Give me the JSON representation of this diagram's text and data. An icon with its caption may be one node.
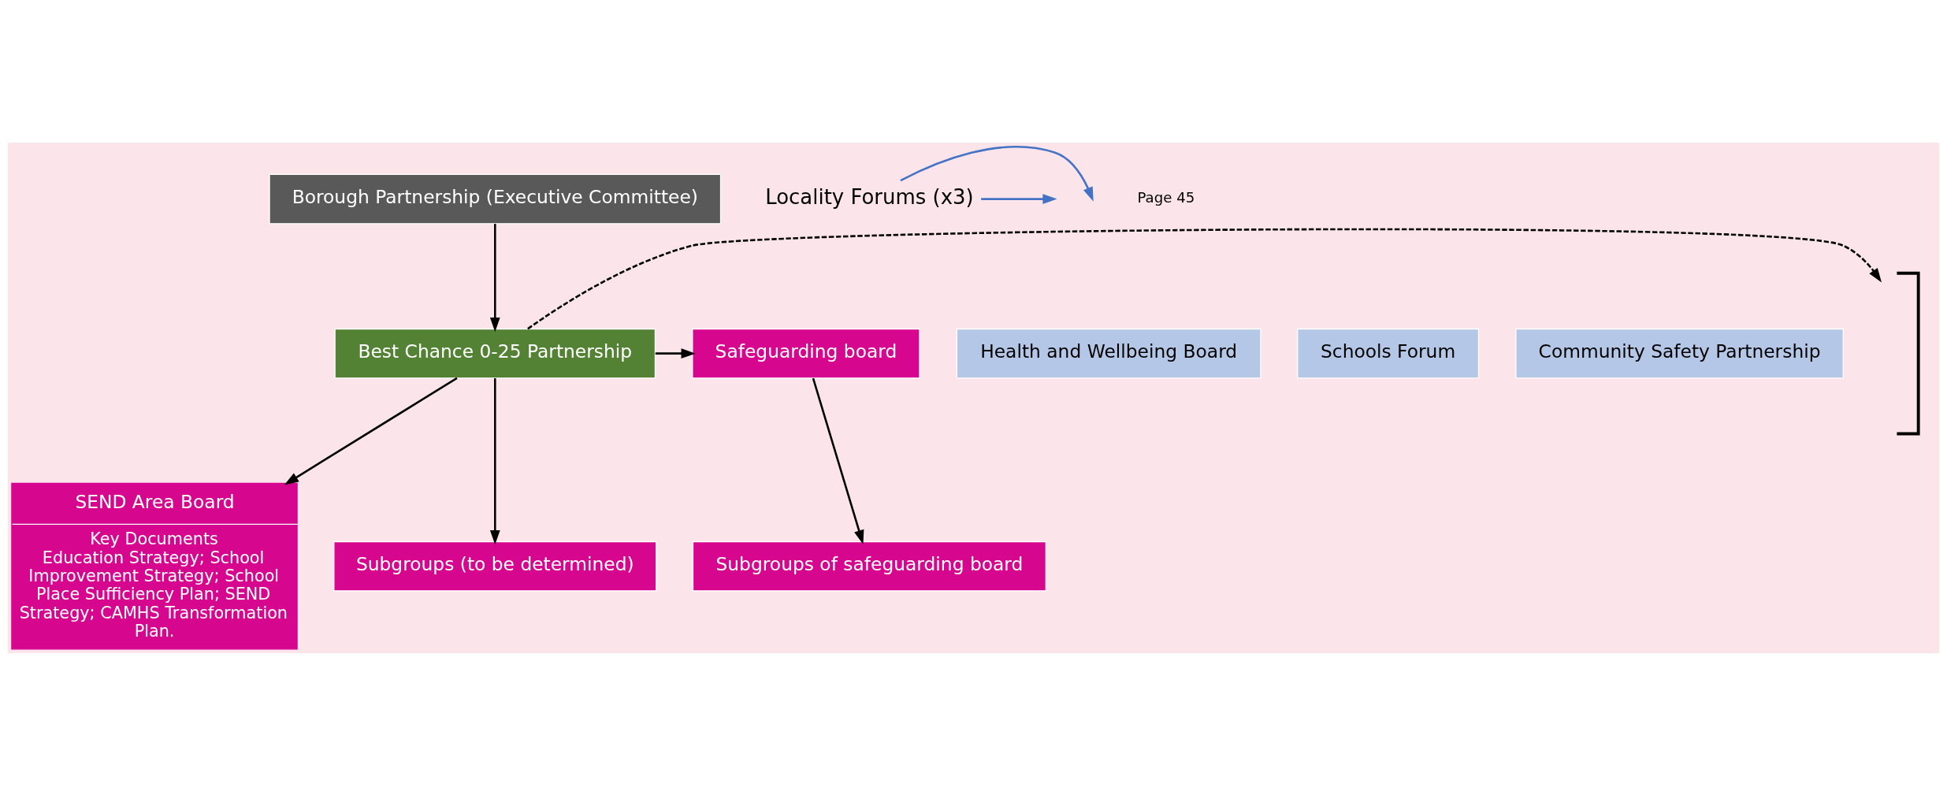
{
  "diagram": {
    "nodes": [
      {
        "text": [
          "Borough Partnership (Executive Committee)"
        ]
      },
      {
        "text": [
          "Best Chance 0-25 Partnership"
        ]
      },
      {
        "text": [
          "Health and Wellbeing Board"
        ]
      },
      {
        "text": [
          "Schools Forum"
        ]
      },
      {
        "text": [
          "Community Safety Partnership"
        ]
      },
      {
        "text": [],
        "shape": "bracket"
      },
      {
        "text": [
          "Safeguarding board"
        ]
      },
      {
        "text": [
          "SEND Area Board",
          "Key Documents",
          "Education Strategy; School Improvement Strategy; School Place Sufficiency Plan; SEND Strategy; CAMHS Transformation Plan."
        ]
      },
      {
        "text": [
          "Subgroups (to be determined)"
        ]
      },
      {
        "text": [
          "Subgroups of safeguarding board"
        ]
      },
      {
        "text": [
          "Locality Forums (x3)"
        ]
      }
    ],
    "edges": [
      {
        "from": 0,
        "to": 1,
        "arrow": "to"
      },
      {
        "from": 1,
        "to": 5,
        "arrow": "to",
        "style": "dashed"
      },
      {
        "from": 1,
        "to": 6,
        "arrow": "to"
      },
      {
        "from": 1,
        "to": 7,
        "arrow": "to"
      },
      {
        "from": 1,
        "to": 8,
        "arrow": "to"
      },
      {
        "from": 6,
        "to": 9,
        "arrow": "to"
      },
      {
        "from": 10,
        "to": null,
        "arrow": "to",
        "color": "#4472c4"
      },
      {
        "from": 10,
        "to": null,
        "arrow": "to",
        "color": "#4472c4"
      }
    ],
    "labels": [
      "Page 45"
    ]
  }
}
